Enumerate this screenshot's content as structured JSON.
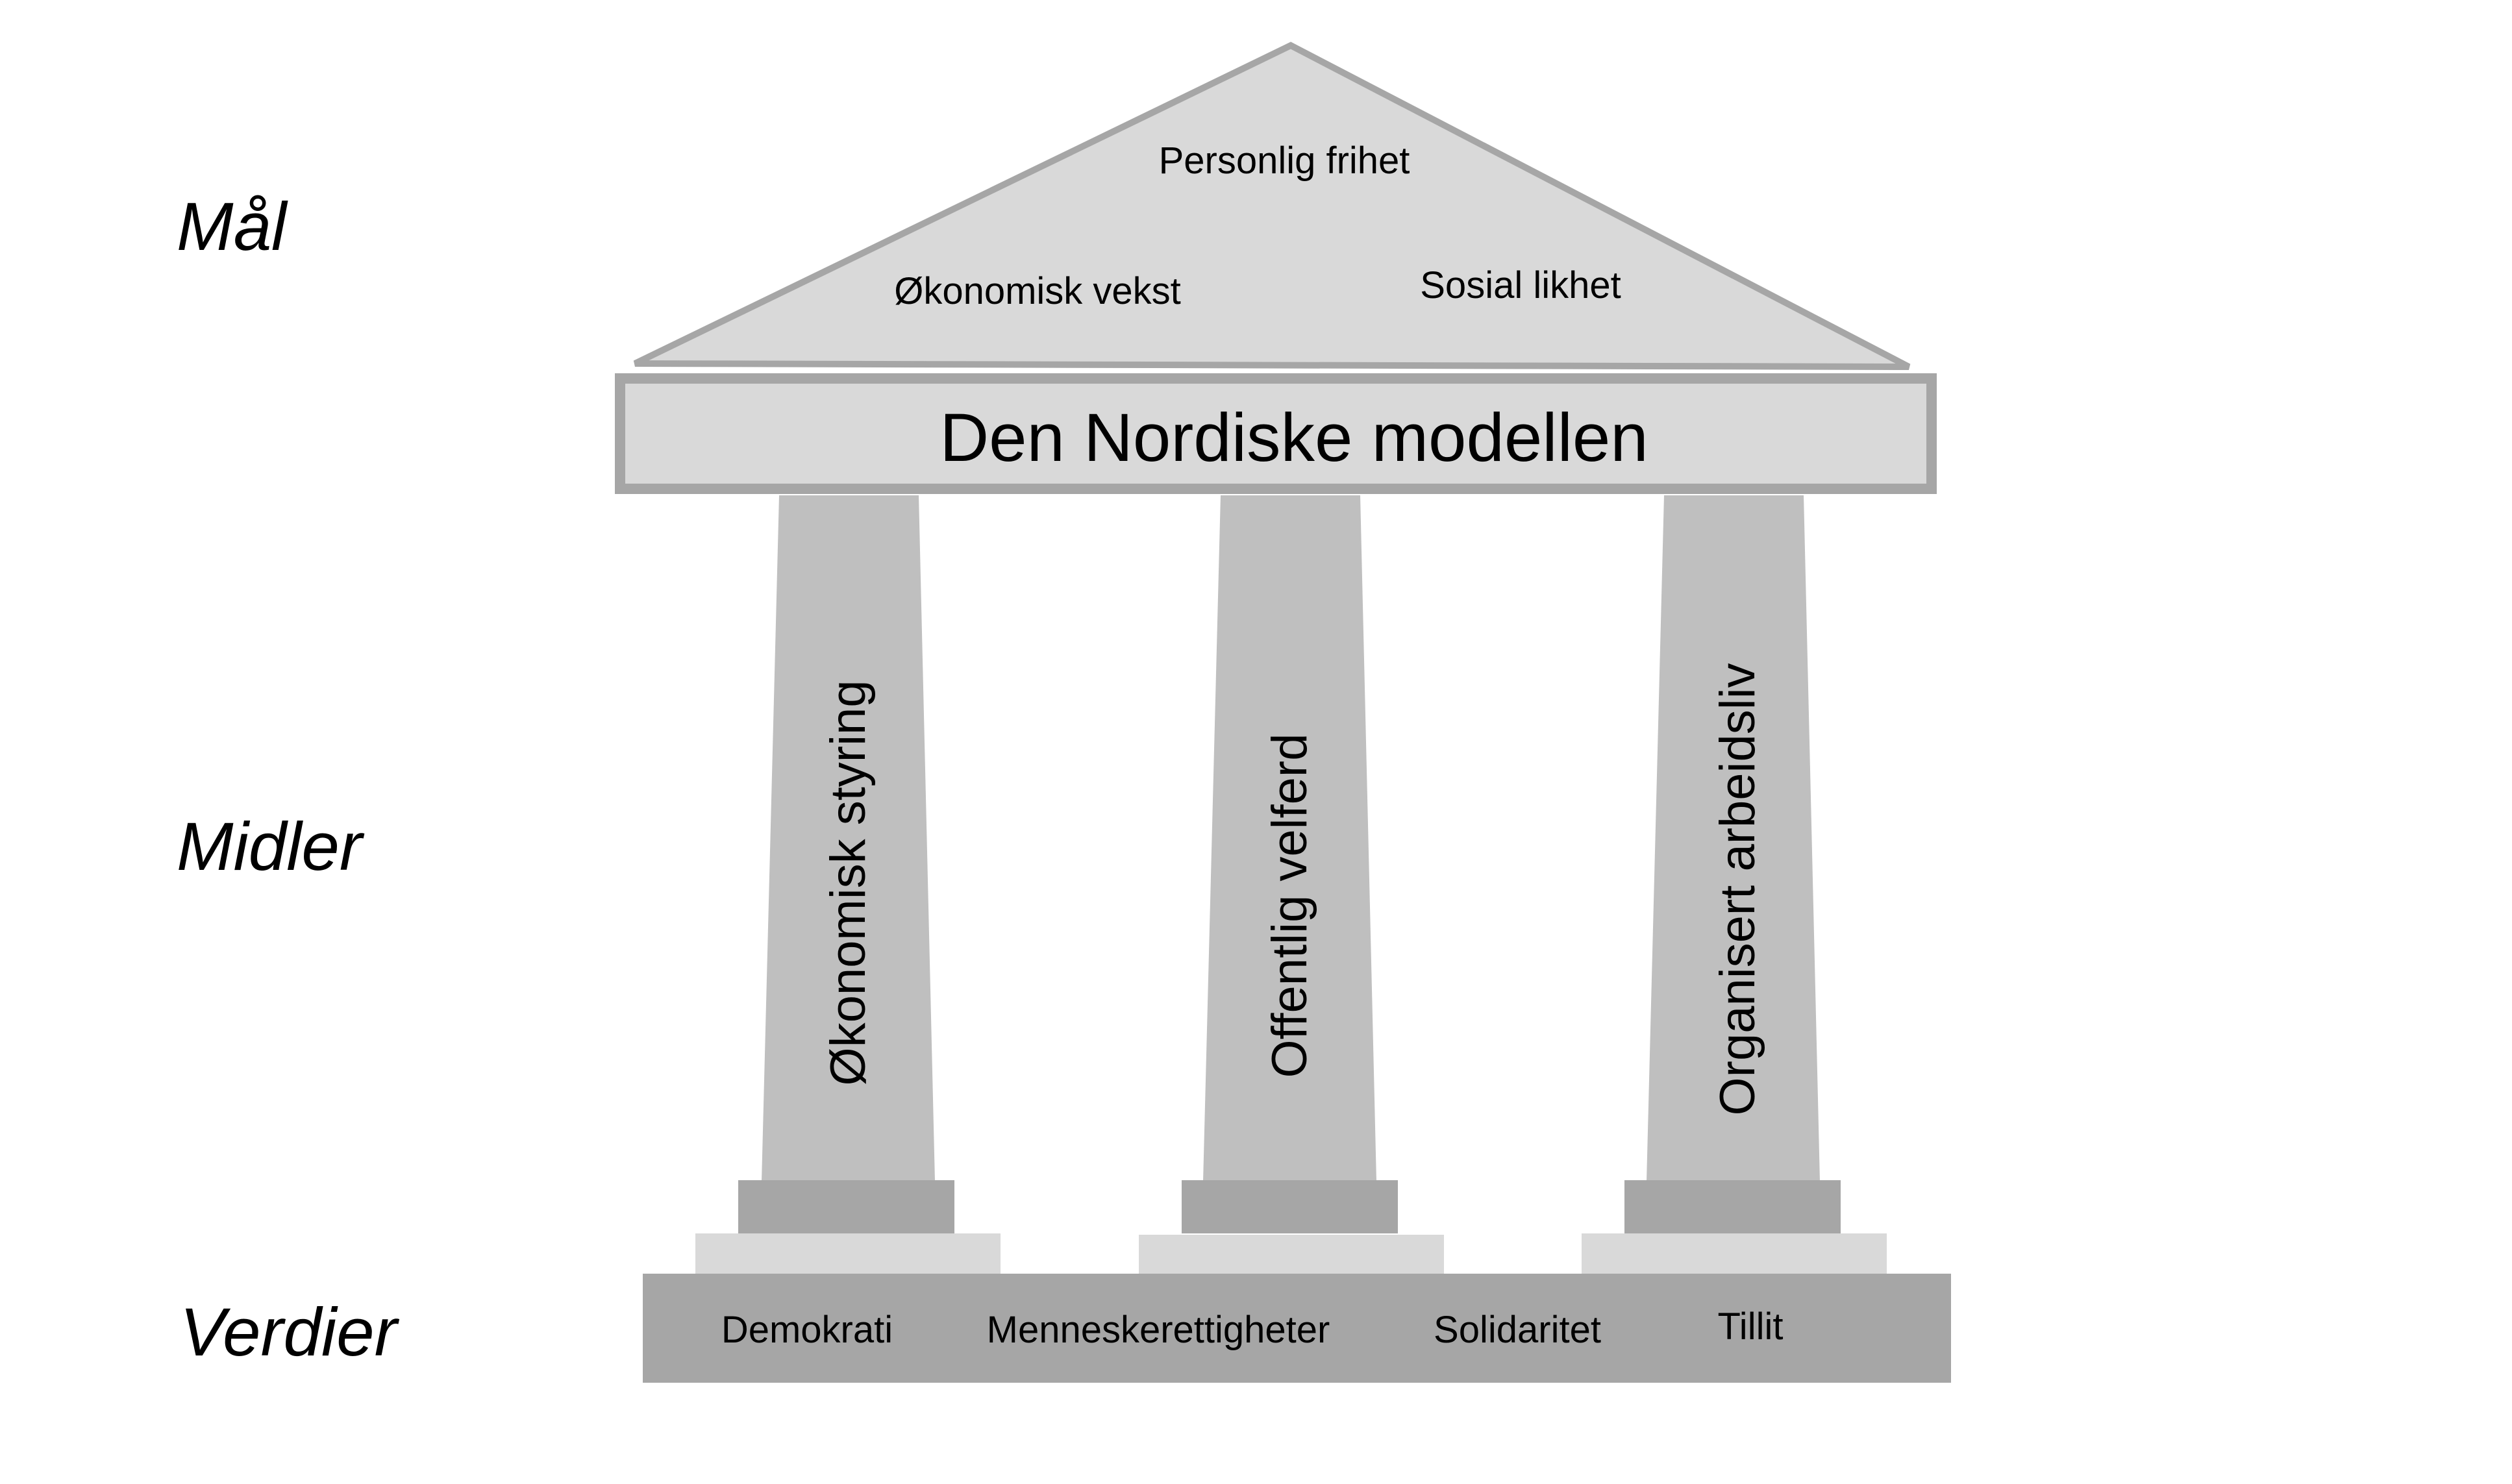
{
  "levels": {
    "goals": "Mål",
    "means": "Midler",
    "values": "Verdier"
  },
  "roof": {
    "top": "Personlig frihet",
    "left": "Økonomisk vekst",
    "right": "Sosial likhet"
  },
  "beam": {
    "title": "Den Nordiske modellen"
  },
  "pillars": [
    {
      "label": "Økonomisk styring"
    },
    {
      "label": "Offentlig velferd"
    },
    {
      "label": "Organisert arbeidsliv"
    }
  ],
  "foundation": {
    "items": [
      "Demokrati",
      "Menneskerettigheter",
      "Solidaritet",
      "Tillit"
    ]
  },
  "colors": {
    "roof_fill": "#d9d9d9",
    "roof_stroke": "#a6a6a6",
    "beam_fill": "#d9d9d9",
    "beam_stroke": "#a6a6a6",
    "pillar_fill": "#bfbfbf",
    "pillar_base": "#a6a6a6",
    "step_fill": "#d9d9d9",
    "foundation_fill": "#a6a6a6"
  }
}
